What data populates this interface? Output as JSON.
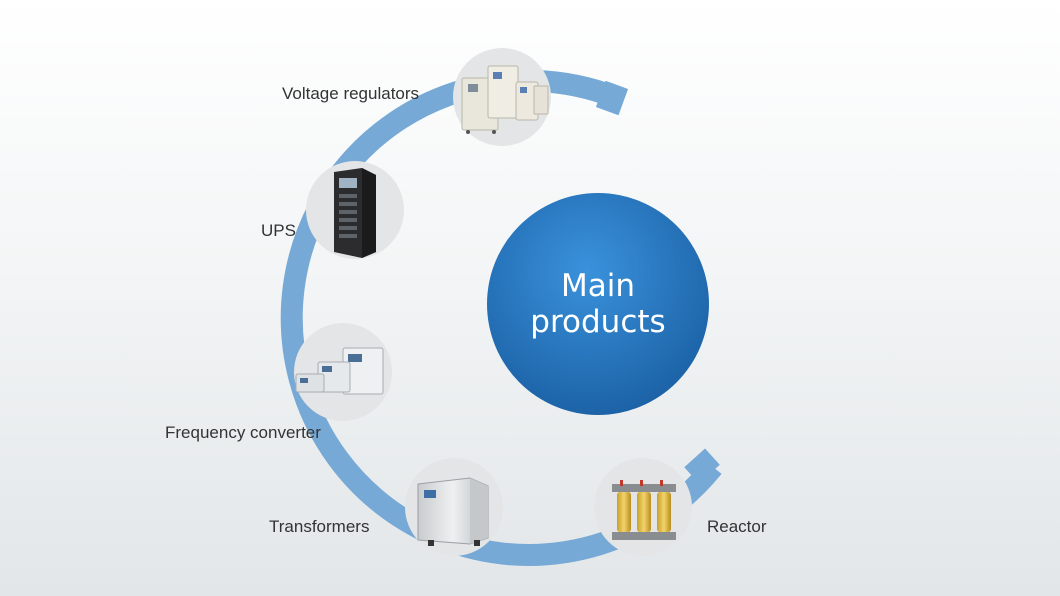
{
  "center": {
    "line1": "Main",
    "line2": "products"
  },
  "products": [
    {
      "label": "Voltage regulators",
      "icon": "voltage-regulator-icon"
    },
    {
      "label": "UPS",
      "icon": "ups-cabinet-icon"
    },
    {
      "label": "Frequency converter",
      "icon": "frequency-converter-icon"
    },
    {
      "label": "Transformers",
      "icon": "transformer-icon"
    },
    {
      "label": "Reactor",
      "icon": "reactor-icon"
    }
  ],
  "colors": {
    "arc": "#76a9d6",
    "circle_light": "#3a8fd8",
    "circle_dark": "#1a63a8",
    "node_bg": "#e4e5e6",
    "text": "#333333"
  }
}
